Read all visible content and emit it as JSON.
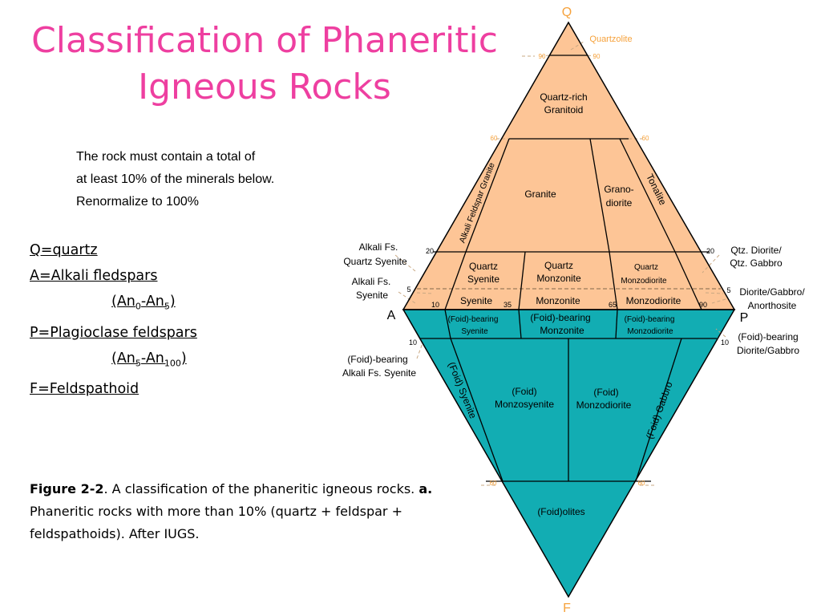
{
  "title": {
    "line1": "Classification of Phaneritic",
    "line2": "Igneous Rocks"
  },
  "intro": [
    "The rock must contain a  total of",
    "at least 10% of the minerals below.",
    "Renormalize to 100%"
  ],
  "legend": {
    "q": "Q=quartz",
    "a": "A=Alkali fledspars",
    "a_sub_open": "(An",
    "a_sub1": "0",
    "a_sub_dash": "-An",
    "a_sub2": "5",
    "a_sub_close": ")",
    "p": "P=Plagioclase feldspars",
    "p_sub_open": "(An",
    "p_sub1": "5",
    "p_sub_dash": "-An",
    "p_sub2": "100",
    "p_sub_close": ")",
    "f": "F=Feldspathoid"
  },
  "caption": {
    "fig_label": "Figure 2-2",
    "fig_text": ". A classification of the phaneritic igneous rocks. ",
    "part_label": "a.",
    "part_text": " Phaneritic rocks with more than 10% (quartz + feldspar + feldspathoids). After IUGS."
  },
  "diagram": {
    "colors": {
      "upper_fill": "#fdc596",
      "lower_fill": "#12adb3",
      "outline": "#000000",
      "dashed": "#c9a883",
      "apex_label": "#f6a23c"
    },
    "apices": {
      "q": "Q",
      "a": "A",
      "p": "P",
      "f": "F"
    },
    "ticks": {
      "t90": "90",
      "t60": "60",
      "t20": "20",
      "t5": "5",
      "t10": "10",
      "t35": "35",
      "t65": "65",
      "t90b": "90"
    },
    "fields_inside": {
      "quartzolite": "Quartzolite",
      "qrich_1": "Quartz-rich",
      "qrich_2": "Granitoid",
      "granite": "Granite",
      "grano_1": "Grano-",
      "grano_2": "diorite",
      "tonalite": "Tonalite",
      "alkali_granite": "Alkali Feldspar Granite",
      "qsyen_1": "Quartz",
      "qsyen_2": "Syenite",
      "qmonz_1": "Quartz",
      "qmonz_2": "Monzonite",
      "qmonzd_1": "Quartz",
      "qmonzd_2": "Monzodiorite",
      "syenite": "Syenite",
      "monzonite": "Monzonite",
      "monzodiorite": "Monzodiorite",
      "fbs_1": "(Foid)-bearing",
      "fbs_2": "Syenite",
      "fbm_1": "(Foid)-bearing",
      "fbm_2": "Monzonite",
      "fbmd_1": "(Foid)-bearing",
      "fbmd_2": "Monzodiorite",
      "foid_syenite": "(Foid) Syenite",
      "fmonzsy_1": "(Foid)",
      "fmonzsy_2": "Monzosyenite",
      "fmonzd_1": "(Foid)",
      "fmonzd_2": "Monzodiorite",
      "foid_gabbro": "(Foid) Gabbro",
      "foidolites": "(Foid)olites"
    },
    "fields_outside": {
      "afqs_1": "Alkali Fs.",
      "afqs_2": "Quartz Syenite",
      "afs_1": "Alkali Fs.",
      "afs_2": "Syenite",
      "fbafs_1": "(Foid)-bearing",
      "fbafs_2": "Alkali Fs.   Syenite",
      "qdio_1": "Qtz. Diorite/",
      "qdio_2": "Qtz. Gabbro",
      "dga_1": "Diorite/Gabbro/",
      "dga_2": "Anorthosite",
      "fbdg_1": "(Foid)-bearing",
      "fbdg_2": "Diorite/Gabbro"
    }
  }
}
